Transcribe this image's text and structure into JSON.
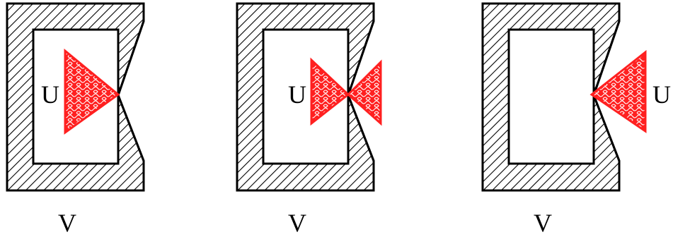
{
  "colors": {
    "outline": "#000000",
    "hatch": "#000000",
    "wedge": "#ff2020",
    "wedge_mesh": "#ffffff",
    "background": "#ffffff"
  },
  "panels": [
    {
      "region_label": "V",
      "wedge_label": "U",
      "wedge_variant": "inside"
    },
    {
      "region_label": "V",
      "wedge_label": "U",
      "wedge_variant": "both"
    },
    {
      "region_label": "V",
      "wedge_label": "U",
      "wedge_variant": "outside"
    }
  ]
}
